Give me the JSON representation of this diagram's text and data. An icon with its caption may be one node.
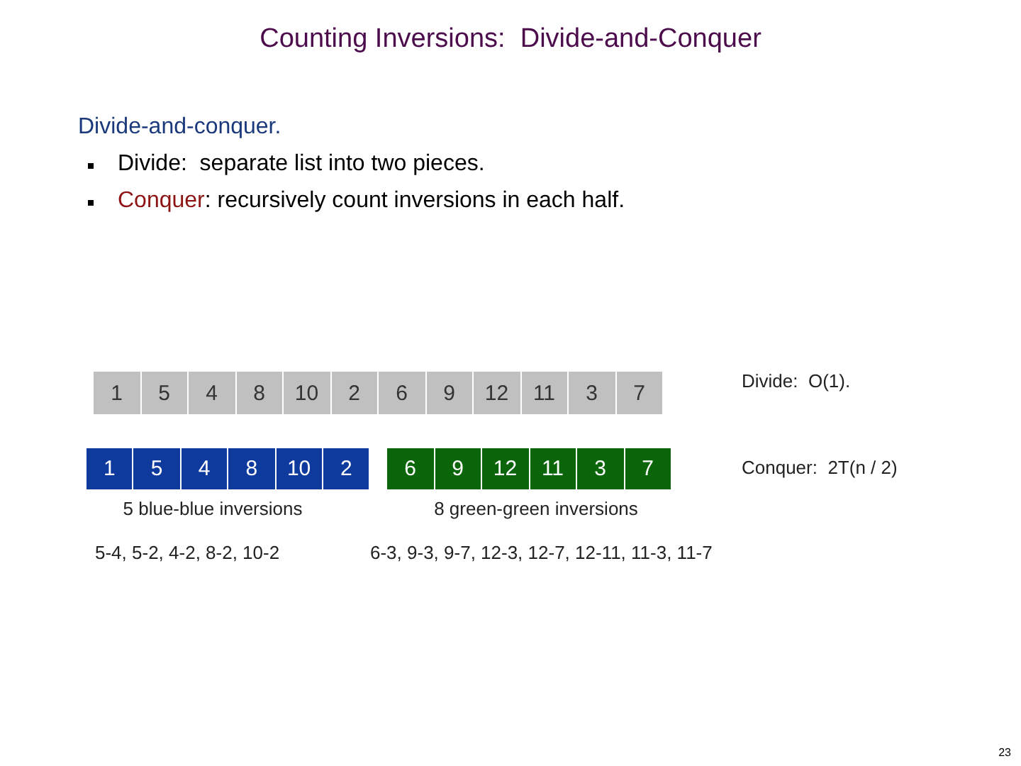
{
  "diagram": {
    "title": "Counting Inversions:  Divide-and-Conquer",
    "nodes": [
      {
        "text": [
          "1"
        ]
      },
      {
        "text": [
          "5"
        ]
      },
      {
        "text": [
          "4"
        ]
      },
      {
        "text": [
          "8"
        ]
      },
      {
        "text": [
          "10"
        ]
      },
      {
        "text": [
          "2"
        ]
      },
      {
        "text": [
          "6"
        ]
      },
      {
        "text": [
          "9"
        ]
      },
      {
        "text": [
          "12"
        ]
      },
      {
        "text": [
          "11"
        ]
      },
      {
        "text": [
          "3"
        ]
      },
      {
        "text": [
          "7"
        ]
      },
      {
        "text": [
          "1"
        ]
      },
      {
        "text": [
          "5"
        ]
      },
      {
        "text": [
          "4"
        ]
      },
      {
        "text": [
          "8"
        ]
      },
      {
        "text": [
          "10"
        ]
      },
      {
        "text": [
          "2"
        ]
      },
      {
        "text": [
          "6"
        ]
      },
      {
        "text": [
          "9"
        ]
      },
      {
        "text": [
          "12"
        ]
      },
      {
        "text": [
          "11"
        ]
      },
      {
        "text": [
          "3"
        ]
      },
      {
        "text": [
          "7"
        ]
      }
    ],
    "edges": [],
    "labels": [
      "Divide-and-conquer.",
      "Divide:  separate list into two pieces.",
      "Conquer: recursively count inversions in each half.",
      "Divide:  O(1).",
      "Conquer:  2T(n / 2)",
      "5 blue-blue inversions",
      "8 green-green inversions",
      "5-4, 5-2, 4-2, 8-2, 10-2",
      "6-3, 9-3, 9-7, 12-3, 12-7, 12-11, 11-3, 11-7",
      "23"
    ]
  }
}
